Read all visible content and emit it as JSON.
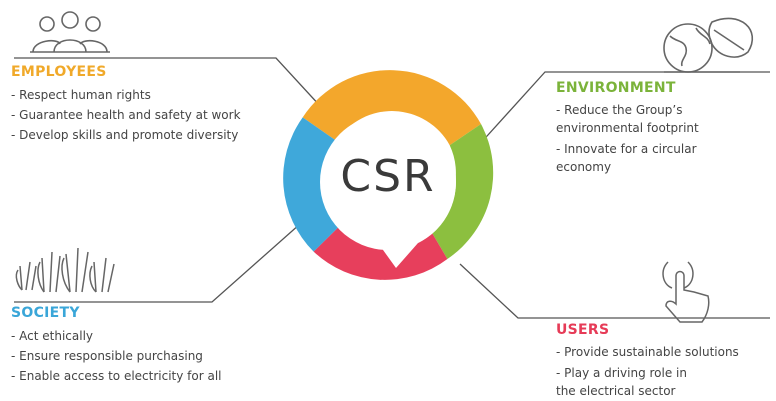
{
  "center": {
    "label": "CSR"
  },
  "colors": {
    "employees": "#f0a92a",
    "environment": "#8cbf3f",
    "society": "#3aa6d8",
    "users": "#e63b57",
    "lines": "#555555",
    "icons": "#666666"
  },
  "sections": {
    "employees": {
      "title": "EMPLOYEES",
      "icon": "people-icon",
      "items": [
        "- Respect human rights",
        "- Guarantee health and safety at work",
        "- Develop skills and promote diversity"
      ]
    },
    "environment": {
      "title": "ENVIRONMENT",
      "icon": "globe-leaf-icon",
      "items": [
        "- Reduce the Group’s\n  environmental footprint",
        "- Innovate for a circular\n  economy"
      ]
    },
    "society": {
      "title": "SOCIETY",
      "icon": "raised-hands-icon",
      "items": [
        "- Act ethically",
        "- Ensure responsible purchasing",
        "- Enable access to electricity for all"
      ]
    },
    "users": {
      "title": "USERS",
      "icon": "touch-hand-icon",
      "items": [
        "- Provide sustainable solutions",
        "- Play a driving role in\n  the electrical sector"
      ]
    }
  }
}
